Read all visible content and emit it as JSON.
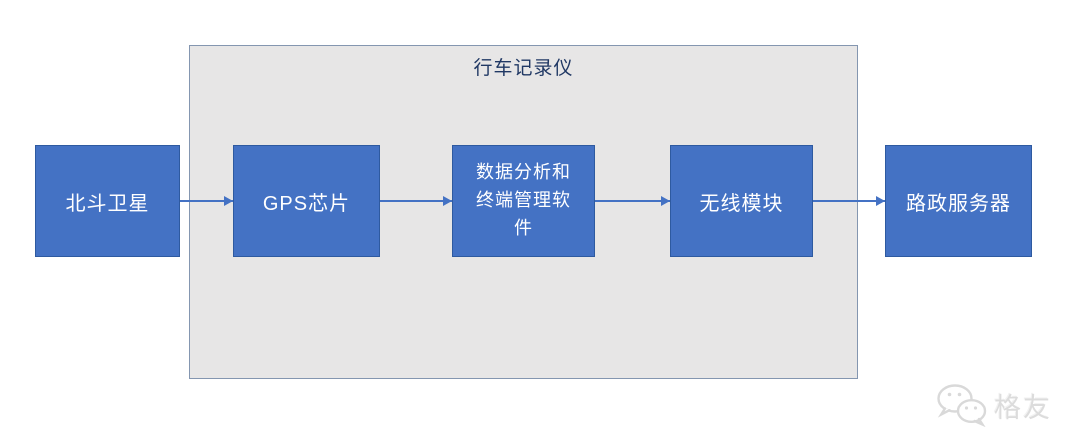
{
  "diagram": {
    "group": {
      "title": "行车记录仪"
    },
    "nodes": [
      {
        "id": "beidou-satellite",
        "label": "北斗卫星"
      },
      {
        "id": "gps-chip",
        "label": "GPS芯片"
      },
      {
        "id": "data-analysis-terminal-software",
        "label": "数据分析和\n终端管理软\n件"
      },
      {
        "id": "wireless-module",
        "label": "无线模块"
      },
      {
        "id": "road-admin-server",
        "label": "路政服务器"
      }
    ],
    "edges": [
      {
        "from": "北斗卫星",
        "to": "GPS芯片"
      },
      {
        "from": "GPS芯片",
        "to": "数据分析和终端管理软件"
      },
      {
        "from": "数据分析和终端管理软件",
        "to": "无线模块"
      },
      {
        "from": "无线模块",
        "to": "路政服务器"
      }
    ],
    "colors": {
      "node_fill": "#4472c4",
      "node_border": "#2e5aa0",
      "node_text": "#ffffff",
      "group_fill": "#e7e6e6",
      "group_border": "#8496b0",
      "group_title_text": "#203864",
      "arrow": "#4472c4",
      "background": "#ffffff",
      "watermark_text_color": "#dcdcdc"
    }
  },
  "watermark": {
    "icon": "wechat-icon",
    "text": "格友"
  }
}
